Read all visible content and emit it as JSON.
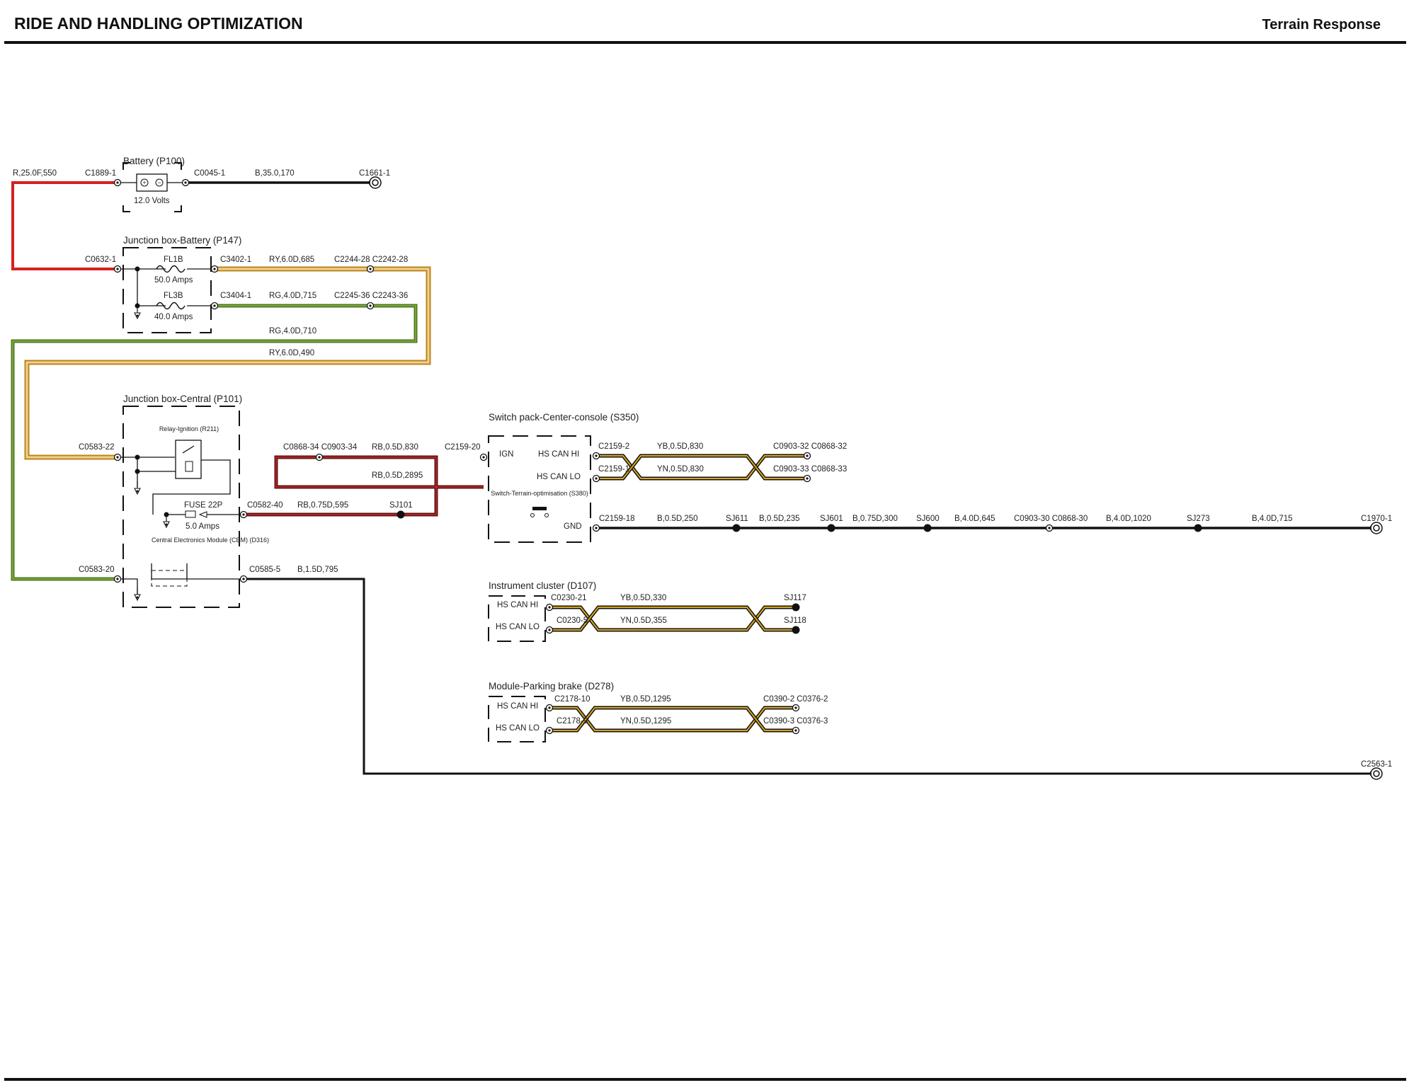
{
  "header": {
    "title": "RIDE AND HANDLING OPTIMIZATION",
    "subtitle": "Terrain Response"
  },
  "battery": {
    "name": "Battery (P100)",
    "volts": "12.0 Volts",
    "feed_wire": "R,25.0F,550",
    "conn_in": "C1889-1",
    "conn_out": "C0045-1",
    "ground_wire": "B,35.0,170",
    "ground": "C1661-1"
  },
  "jbb": {
    "name": "Junction box-Battery (P147)",
    "conn_in": "C0632-1",
    "fuse1": {
      "name": "FL1B",
      "rating": "50.0 Amps",
      "conn": "C3402-1",
      "wire": "RY,6.0D,685",
      "conn2": "C2244-28 C2242-28",
      "wire_return": "RY,6.0D,490"
    },
    "fuse2": {
      "name": "FL3B",
      "rating": "40.0 Amps",
      "conn": "C3404-1",
      "wire": "RG,4.0D,715",
      "conn2": "C2245-36 C2243-36",
      "wire_return": "RG,4.0D,710"
    }
  },
  "jbc": {
    "name": "Junction box-Central (P101)",
    "conn_top": "C0583-22",
    "conn_bottom": "C0583-20",
    "relay": "Relay-Ignition (R211)",
    "fuse": "FUSE 22P",
    "fuse_rating": "5.0 Amps",
    "fuse_conn": "C0582-40",
    "fuse_wire": "RB,0.75D,595",
    "splice": "SJ101",
    "cem": "Central Electronics Module (CEM) (D316)",
    "gnd_conn": "C0585-5",
    "gnd_wire": "B,1.5D,795",
    "ign_conn": "C0868-34 C0903-34",
    "ign_wire": "RB,0.5D,830",
    "ign_wire2": "RB,0.5D,2895"
  },
  "switchpack": {
    "name": "Switch pack-Center-console (S350)",
    "ign": "IGN",
    "ign_conn": "C2159-20",
    "hs_hi": "HS CAN HI",
    "hs_lo": "HS CAN LO",
    "conn_hi": "C2159-2",
    "conn_lo": "C2159-1",
    "wire_hi": "YB,0.5D,830",
    "wire_lo": "YN,0.5D,830",
    "out_hi": "C0903-32 C0868-32",
    "out_lo": "C0903-33 C0868-33",
    "switch": "Switch-Terrain-optimisation (S380)",
    "gnd": "GND",
    "gnd_conn": "C2159-18"
  },
  "ground_line": {
    "w1": "B,0.5D,250",
    "sj1": "SJ611",
    "w2": "B,0.5D,235",
    "sj2": "SJ601",
    "w3": "B,0.75D,300",
    "sj3": "SJ600",
    "w4": "B,4.0D,645",
    "conn": "C0903-30 C0868-30",
    "w5": "B,4.0D,1020",
    "sj4": "SJ273",
    "w6": "B,4.0D,715",
    "end": "C1970-1"
  },
  "cluster": {
    "name": "Instrument cluster (D107)",
    "hs_hi": "HS CAN HI",
    "hs_lo": "HS CAN LO",
    "conn_hi": "C0230-21",
    "conn_lo": "C0230-5",
    "wire_hi": "YB,0.5D,330",
    "wire_lo": "YN,0.5D,355",
    "sj_hi": "SJ117",
    "sj_lo": "SJ118"
  },
  "parking": {
    "name": "Module-Parking brake (D278)",
    "hs_hi": "HS CAN HI",
    "hs_lo": "HS CAN LO",
    "conn_hi": "C2178-10",
    "conn_lo": "C2178-9",
    "wire_hi": "YB,0.5D,1295",
    "wire_lo": "YN,0.5D,1295",
    "out_hi": "C0390-2 C0376-2",
    "out_lo": "C0390-3 C0376-3"
  },
  "ground_end": "C2563-1",
  "colors": {
    "red": "#d42020",
    "green": "#5a8a1e",
    "orange": "#e8a33d",
    "darkred": "#7a1414",
    "yellow": "#d9a520",
    "black": "#111111"
  }
}
